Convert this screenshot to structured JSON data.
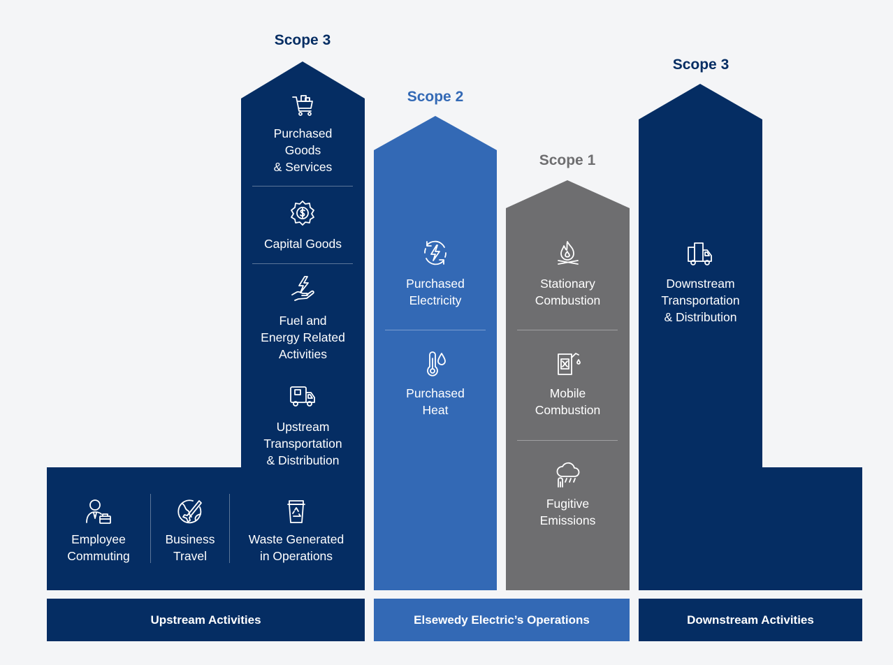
{
  "colors": {
    "dark_navy": "#052d63",
    "mid_blue": "#3369b5",
    "gray": "#6e6e70",
    "background": "#f4f5f7"
  },
  "upstream": {
    "scope_title": "Scope 3",
    "items": [
      {
        "icon": "shopping-cart-icon",
        "label": "Purchased\nGoods\n& Services"
      },
      {
        "icon": "dollar-gear-icon",
        "label": "Capital Goods"
      },
      {
        "icon": "hand-lightning-icon",
        "label": "Fuel and\nEnergy Related\nActivities"
      },
      {
        "icon": "delivery-truck-icon",
        "label": "Upstream\nTransportation\n& Distribution"
      }
    ],
    "bottom_items": [
      {
        "icon": "employee-briefcase-icon",
        "label": "Employee\nCommuting"
      },
      {
        "icon": "globe-plane-icon",
        "label": "Business\nTravel"
      },
      {
        "icon": "recycle-bin-icon",
        "label": "Waste Generated\nin Operations"
      }
    ],
    "footer": "Upstream Activities"
  },
  "scope2": {
    "scope_title": "Scope 2",
    "items": [
      {
        "icon": "lightning-cycle-icon",
        "label": "Purchased\nElectricity"
      },
      {
        "icon": "thermometer-icon",
        "label": "Purchased\nHeat"
      }
    ]
  },
  "scope1": {
    "scope_title": "Scope 1",
    "items": [
      {
        "icon": "flame-icon",
        "label": "Stationary\nCombustion"
      },
      {
        "icon": "fuel-can-icon",
        "label": "Mobile\nCombustion"
      },
      {
        "icon": "cloud-rain-icon",
        "label": "Fugitive\nEmissions"
      }
    ]
  },
  "operations_footer": "Elsewedy Electric’s Operations",
  "downstream": {
    "scope_title": "Scope 3",
    "items": [
      {
        "icon": "delivery-truck-icon",
        "label": "Downstream\nTransportation\n& Distribution"
      }
    ],
    "footer": "Downstream Activities"
  }
}
